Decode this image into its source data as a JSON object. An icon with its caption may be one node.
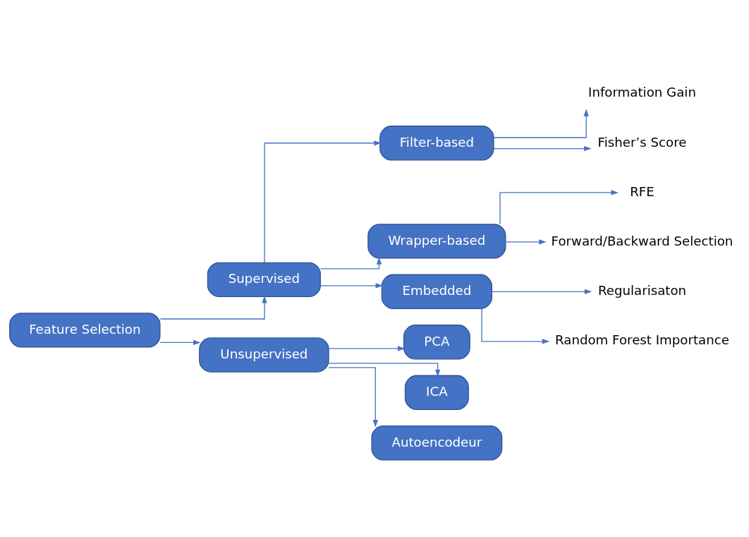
{
  "diagram": {
    "nodes": [
      {
        "text": [
          "Feature Selection"
        ]
      },
      {
        "text": [
          "Supervised"
        ]
      },
      {
        "text": [
          "Unsupervised"
        ]
      },
      {
        "text": [
          "Filter-based"
        ]
      },
      {
        "text": [
          "Wrapper-based"
        ]
      },
      {
        "text": [
          "Embedded"
        ]
      },
      {
        "text": [
          "Information Gain"
        ]
      },
      {
        "text": [
          "Fisher’s Score"
        ]
      },
      {
        "text": [
          "RFE"
        ]
      },
      {
        "text": [
          "Forward/Backward Selection"
        ]
      },
      {
        "text": [
          "Regularisaton"
        ]
      },
      {
        "text": [
          "Random Forest Importance"
        ]
      },
      {
        "text": [
          "PCA"
        ]
      },
      {
        "text": [
          "ICA"
        ]
      },
      {
        "text": [
          "Autoencodeur"
        ]
      }
    ],
    "edges": [
      {
        "from": 0,
        "to": 1,
        "arrow": "to"
      },
      {
        "from": 0,
        "to": 2,
        "arrow": "to"
      },
      {
        "from": 1,
        "to": 3,
        "arrow": "to"
      },
      {
        "from": 1,
        "to": 4,
        "arrow": "to"
      },
      {
        "from": 1,
        "to": 5,
        "arrow": "to"
      },
      {
        "from": 3,
        "to": 6,
        "arrow": "to"
      },
      {
        "from": 3,
        "to": 7,
        "arrow": "to"
      },
      {
        "from": 4,
        "to": 8,
        "arrow": "to"
      },
      {
        "from": 4,
        "to": 9,
        "arrow": "to"
      },
      {
        "from": 5,
        "to": 10,
        "arrow": "to"
      },
      {
        "from": 5,
        "to": 11,
        "arrow": "to"
      },
      {
        "from": 2,
        "to": 12,
        "arrow": "to"
      },
      {
        "from": 2,
        "to": 13,
        "arrow": "to"
      },
      {
        "from": 2,
        "to": 14,
        "arrow": "to"
      }
    ]
  }
}
